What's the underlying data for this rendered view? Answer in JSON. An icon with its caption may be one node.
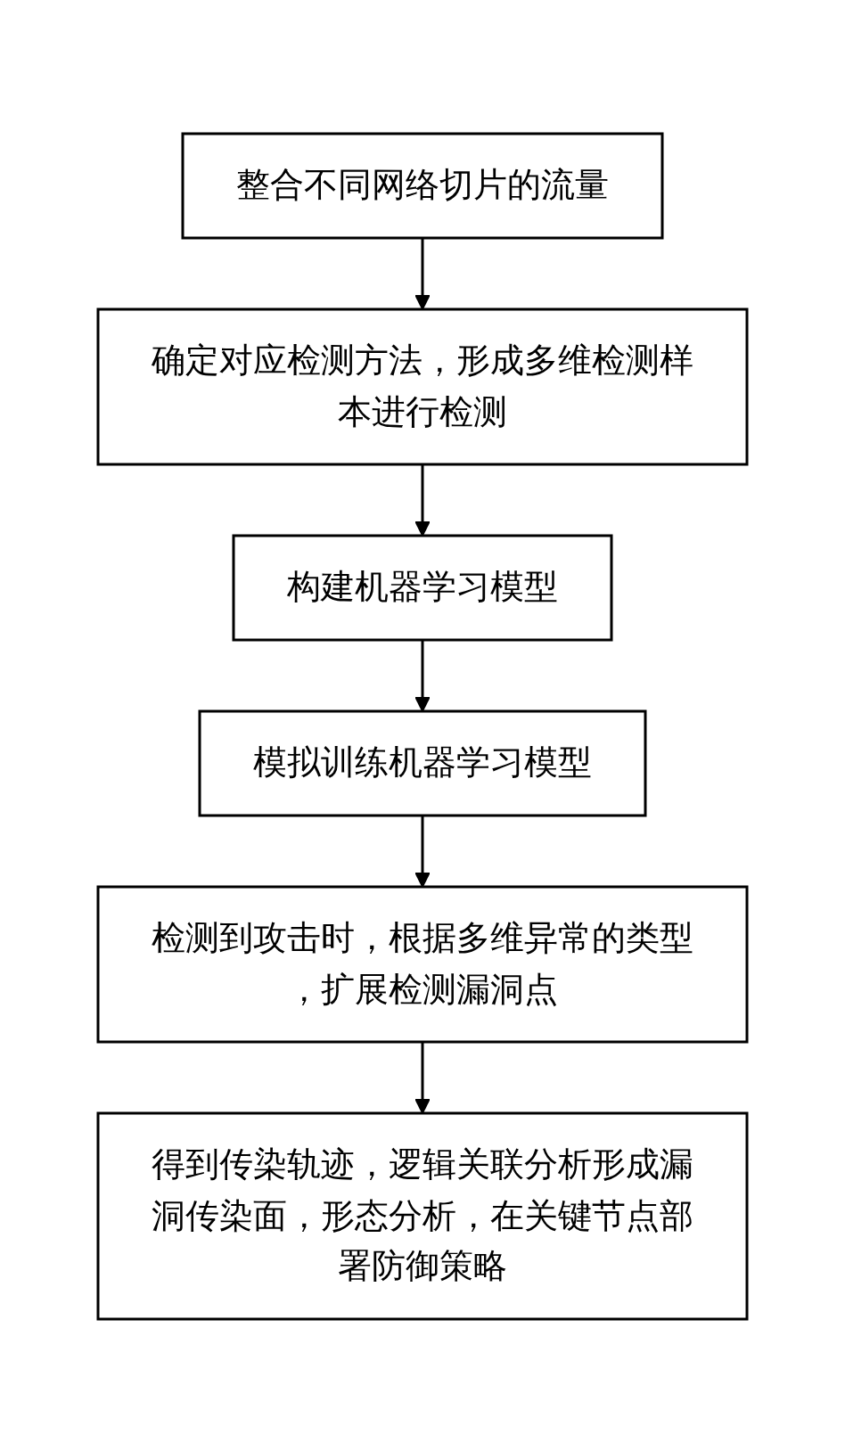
{
  "diagram": {
    "nodes": [
      {
        "text": [
          "整合不同网络切片的流量"
        ]
      },
      {
        "text": [
          "确定对应检测方法，形成多维检测样本进行检测"
        ]
      },
      {
        "text": [
          "构建机器学习模型"
        ]
      },
      {
        "text": [
          "模拟训练机器学习模型"
        ]
      },
      {
        "text": [
          "检测到攻击时，根据多维异常的类型，扩展检测漏洞点"
        ]
      },
      {
        "text": [
          "得到传染轨迹，逻辑关联分析形成漏洞传染面，形态分析，在关键节点部署防御策略"
        ]
      }
    ],
    "edges": [
      {
        "from": 0,
        "to": 1,
        "arrow": "to"
      },
      {
        "from": 1,
        "to": 2,
        "arrow": "to"
      },
      {
        "from": 2,
        "to": 3,
        "arrow": "to"
      },
      {
        "from": 3,
        "to": 4,
        "arrow": "to"
      },
      {
        "from": 4,
        "to": 5,
        "arrow": "to"
      }
    ]
  }
}
